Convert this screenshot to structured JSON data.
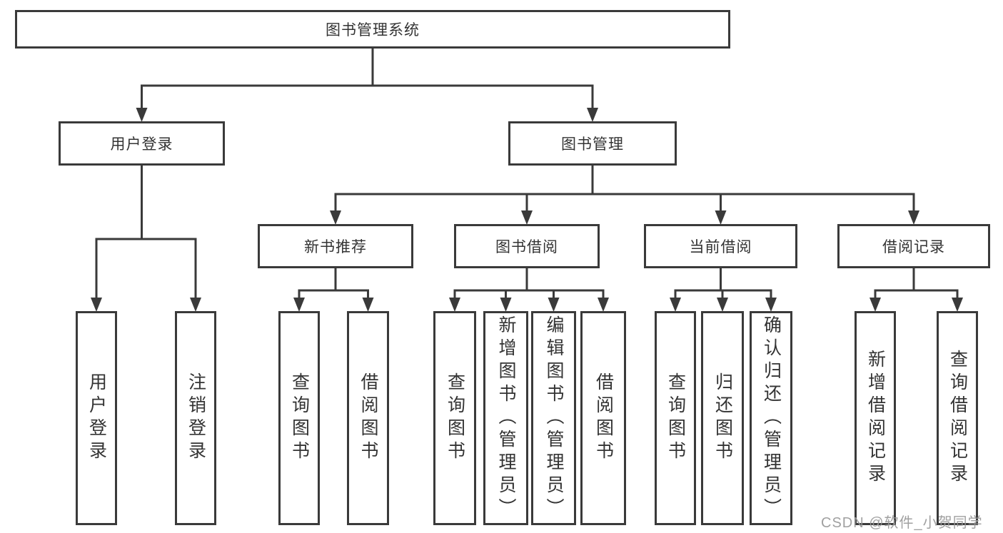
{
  "diagram": {
    "watermark": "CSDN @软件_小贺同学",
    "colors": {
      "line": "#3a3a3a",
      "text": "#333333",
      "box_background": "#ffffff",
      "watermark": "#989898"
    },
    "nodes": [
      {
        "id": "root",
        "label": "图书管理系统",
        "parent": null
      },
      {
        "id": "user-login",
        "label": "用户登录",
        "parent": "root"
      },
      {
        "id": "book-mgmt",
        "label": "图书管理",
        "parent": "root"
      },
      {
        "id": "leaf-user-login",
        "label": "用户登录",
        "parent": "user-login"
      },
      {
        "id": "leaf-logout",
        "label": "注销登录",
        "parent": "user-login"
      },
      {
        "id": "new-book-rec",
        "label": "新书推荐",
        "parent": "book-mgmt"
      },
      {
        "id": "book-borrow",
        "label": "图书借阅",
        "parent": "book-mgmt"
      },
      {
        "id": "current-borrow",
        "label": "当前借阅",
        "parent": "book-mgmt"
      },
      {
        "id": "borrow-records",
        "label": "借阅记录",
        "parent": "book-mgmt"
      },
      {
        "id": "nb-query-books",
        "label": "查询图书",
        "parent": "new-book-rec"
      },
      {
        "id": "nb-borrow-books",
        "label": "借阅图书",
        "parent": "new-book-rec"
      },
      {
        "id": "bb-query-books",
        "label": "查询图书",
        "parent": "book-borrow"
      },
      {
        "id": "bb-add-books",
        "label": "新增图书（管理员）",
        "parent": "book-borrow"
      },
      {
        "id": "bb-edit-books",
        "label": "编辑图书（管理员）",
        "parent": "book-borrow"
      },
      {
        "id": "bb-borrow-books",
        "label": "借阅图书",
        "parent": "book-borrow"
      },
      {
        "id": "cb-query-books",
        "label": "查询图书",
        "parent": "current-borrow"
      },
      {
        "id": "cb-return-books",
        "label": "归还图书",
        "parent": "current-borrow"
      },
      {
        "id": "cb-confirm-return",
        "label": "确认归还（管理员）",
        "parent": "current-borrow"
      },
      {
        "id": "br-add-record",
        "label": "新增借阅记录",
        "parent": "borrow-records"
      },
      {
        "id": "br-query-record",
        "label": "查询借阅记录",
        "parent": "borrow-records"
      }
    ]
  }
}
